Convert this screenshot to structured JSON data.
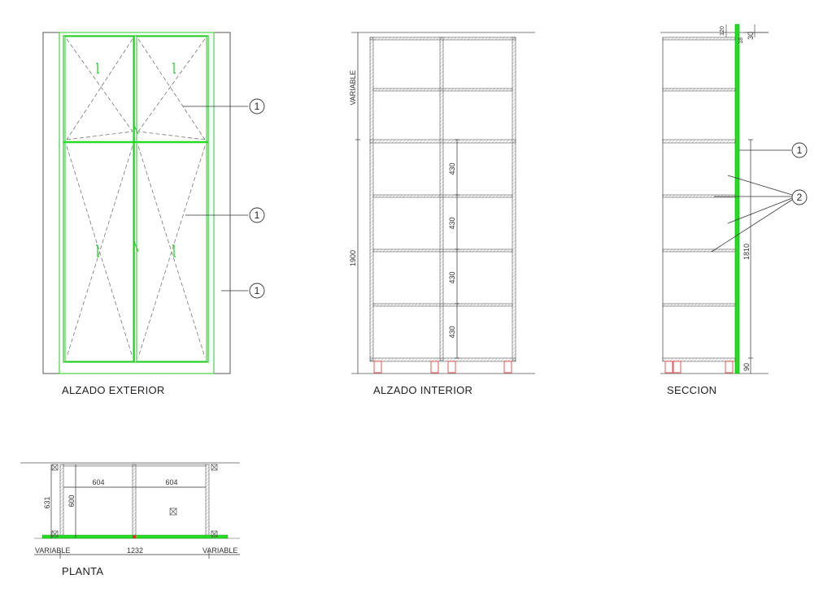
{
  "views": {
    "exterior": {
      "title": "ALZADO EXTERIOR",
      "callouts": [
        "1",
        "1",
        "1"
      ]
    },
    "interior": {
      "title": "ALZADO INTERIOR",
      "dims": {
        "variable": "VARIABLE",
        "total": "1900",
        "bay1": "430",
        "bay2": "430",
        "bay3": "430",
        "bay4": "430"
      }
    },
    "seccion": {
      "title": "SECCION",
      "dims": {
        "top1": "120",
        "top2": "30",
        "top3": "18",
        "height": "1810",
        "base": "90"
      },
      "callouts": [
        "1",
        "2"
      ]
    },
    "planta": {
      "title": "PLANTA",
      "dims": {
        "left": "604",
        "right": "604",
        "depth_inner": "600",
        "depth_total": "631",
        "width": "1232",
        "var_left": "VARIABLE",
        "var_right": "VARIABLE"
      }
    }
  },
  "colors": {
    "line": "#555555",
    "green": "#22dd22",
    "darkgreen": "#1a9a1a",
    "red": "#e03030",
    "dash": "#777777"
  }
}
